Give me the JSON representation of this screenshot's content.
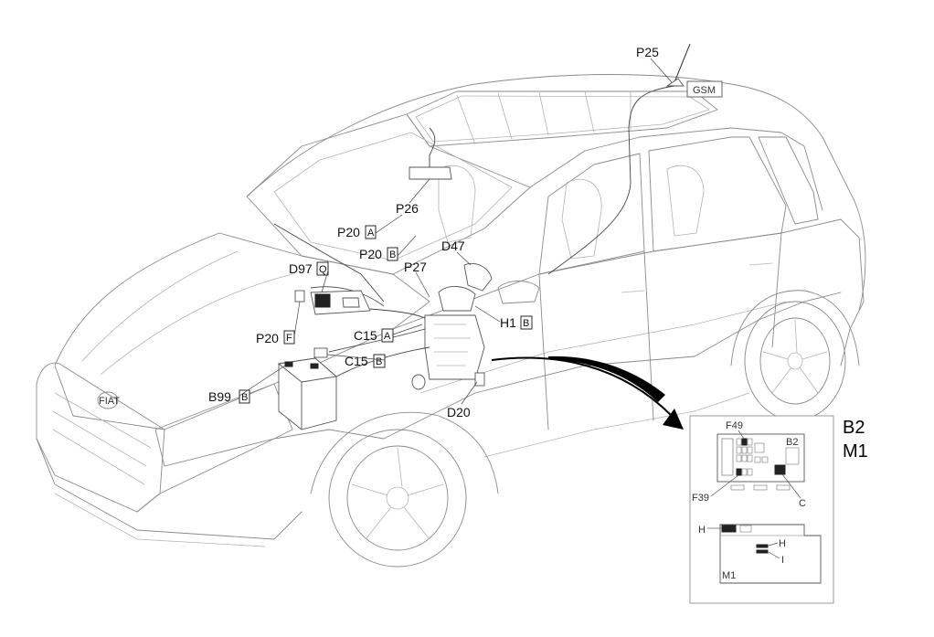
{
  "gsm_label": "GSM",
  "fiat_badge": "FIAT",
  "connectors": [
    {
      "code": "P25",
      "box": ""
    },
    {
      "code": "P26",
      "box": ""
    },
    {
      "code": "P20",
      "box": "A"
    },
    {
      "code": "P20",
      "box": "B"
    },
    {
      "code": "D47",
      "box": ""
    },
    {
      "code": "D97",
      "box": "Q"
    },
    {
      "code": "P27",
      "box": ""
    },
    {
      "code": "H1",
      "box": "B"
    },
    {
      "code": "P20",
      "box": "F"
    },
    {
      "code": "C15",
      "box": "A"
    },
    {
      "code": "C15",
      "box": "B"
    },
    {
      "code": "B99",
      "box": "B"
    },
    {
      "code": "D20",
      "box": ""
    }
  ],
  "detail": {
    "title_line1": "B2",
    "title_line2": "M1",
    "fuse_top": "F49",
    "fuse_bottom": "F39",
    "box_label": "B2",
    "connector_c": "C",
    "module_label": "M1",
    "h_left": "H",
    "h_right": "H",
    "i_label": "I"
  }
}
